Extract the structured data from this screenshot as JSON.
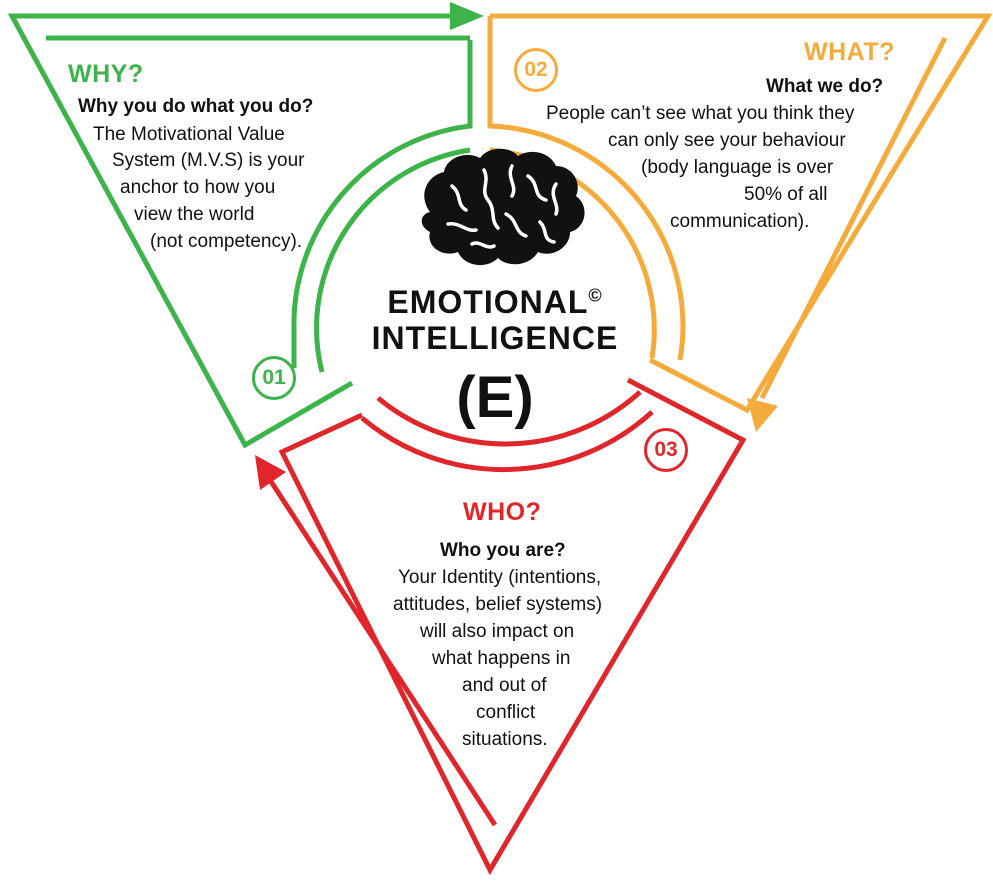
{
  "colors": {
    "why": "#3cb44a",
    "what": "#f5ab3c",
    "who": "#e0262b",
    "text": "#111111"
  },
  "center": {
    "icon": "brain-icon",
    "title_line1": "EMOTIONAL",
    "copyright": "©",
    "title_line2": "INTELLIGENCE",
    "symbol": "(E)"
  },
  "why": {
    "number": "01",
    "heading": "WHY?",
    "question": "Why you do what you do?",
    "lines": [
      "The Motivational Value",
      "System (M.V.S) is your",
      "anchor to how you",
      "view the world",
      "(not competency)."
    ]
  },
  "what": {
    "number": "02",
    "heading": "WHAT?",
    "question": "What we do?",
    "lines": [
      "People can’t see what you think they",
      "can only see your behaviour",
      "(body language is over",
      "50% of all",
      "communication)."
    ]
  },
  "who": {
    "number": "03",
    "heading": "WHO?",
    "question": "Who you are?",
    "lines": [
      "Your Identity (intentions,",
      "attitudes, belief systems)",
      "will also impact on",
      "what happens in",
      "and out of",
      "conflict",
      "situations."
    ]
  }
}
